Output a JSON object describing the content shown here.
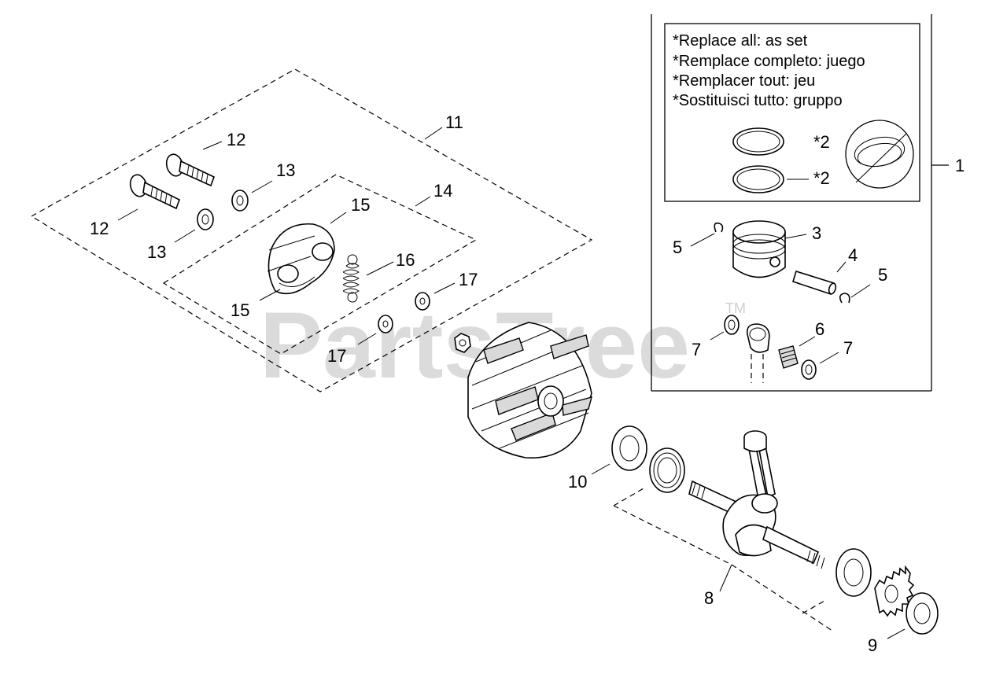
{
  "watermark": {
    "text": "PartsTree",
    "trademark": "TM"
  },
  "kit_note": {
    "lines": [
      "*Replace all: as set",
      "*Remplace completo: juego",
      "*Remplacer tout: jeu",
      "*Sostituisci tutto: gruppo"
    ]
  },
  "callouts": {
    "c1": "1",
    "c2a": "*2",
    "c2b": "*2",
    "c3": "3",
    "c4": "4",
    "c5a": "5",
    "c5b": "5",
    "c6": "6",
    "c7a": "7",
    "c7b": "7",
    "c8": "8",
    "c9": "9",
    "c10": "10",
    "c11": "11",
    "c12a": "12",
    "c12b": "12",
    "c13a": "13",
    "c13b": "13",
    "c14": "14",
    "c15a": "15",
    "c15b": "15",
    "c16": "16",
    "c17a": "17",
    "c17b": "17"
  }
}
